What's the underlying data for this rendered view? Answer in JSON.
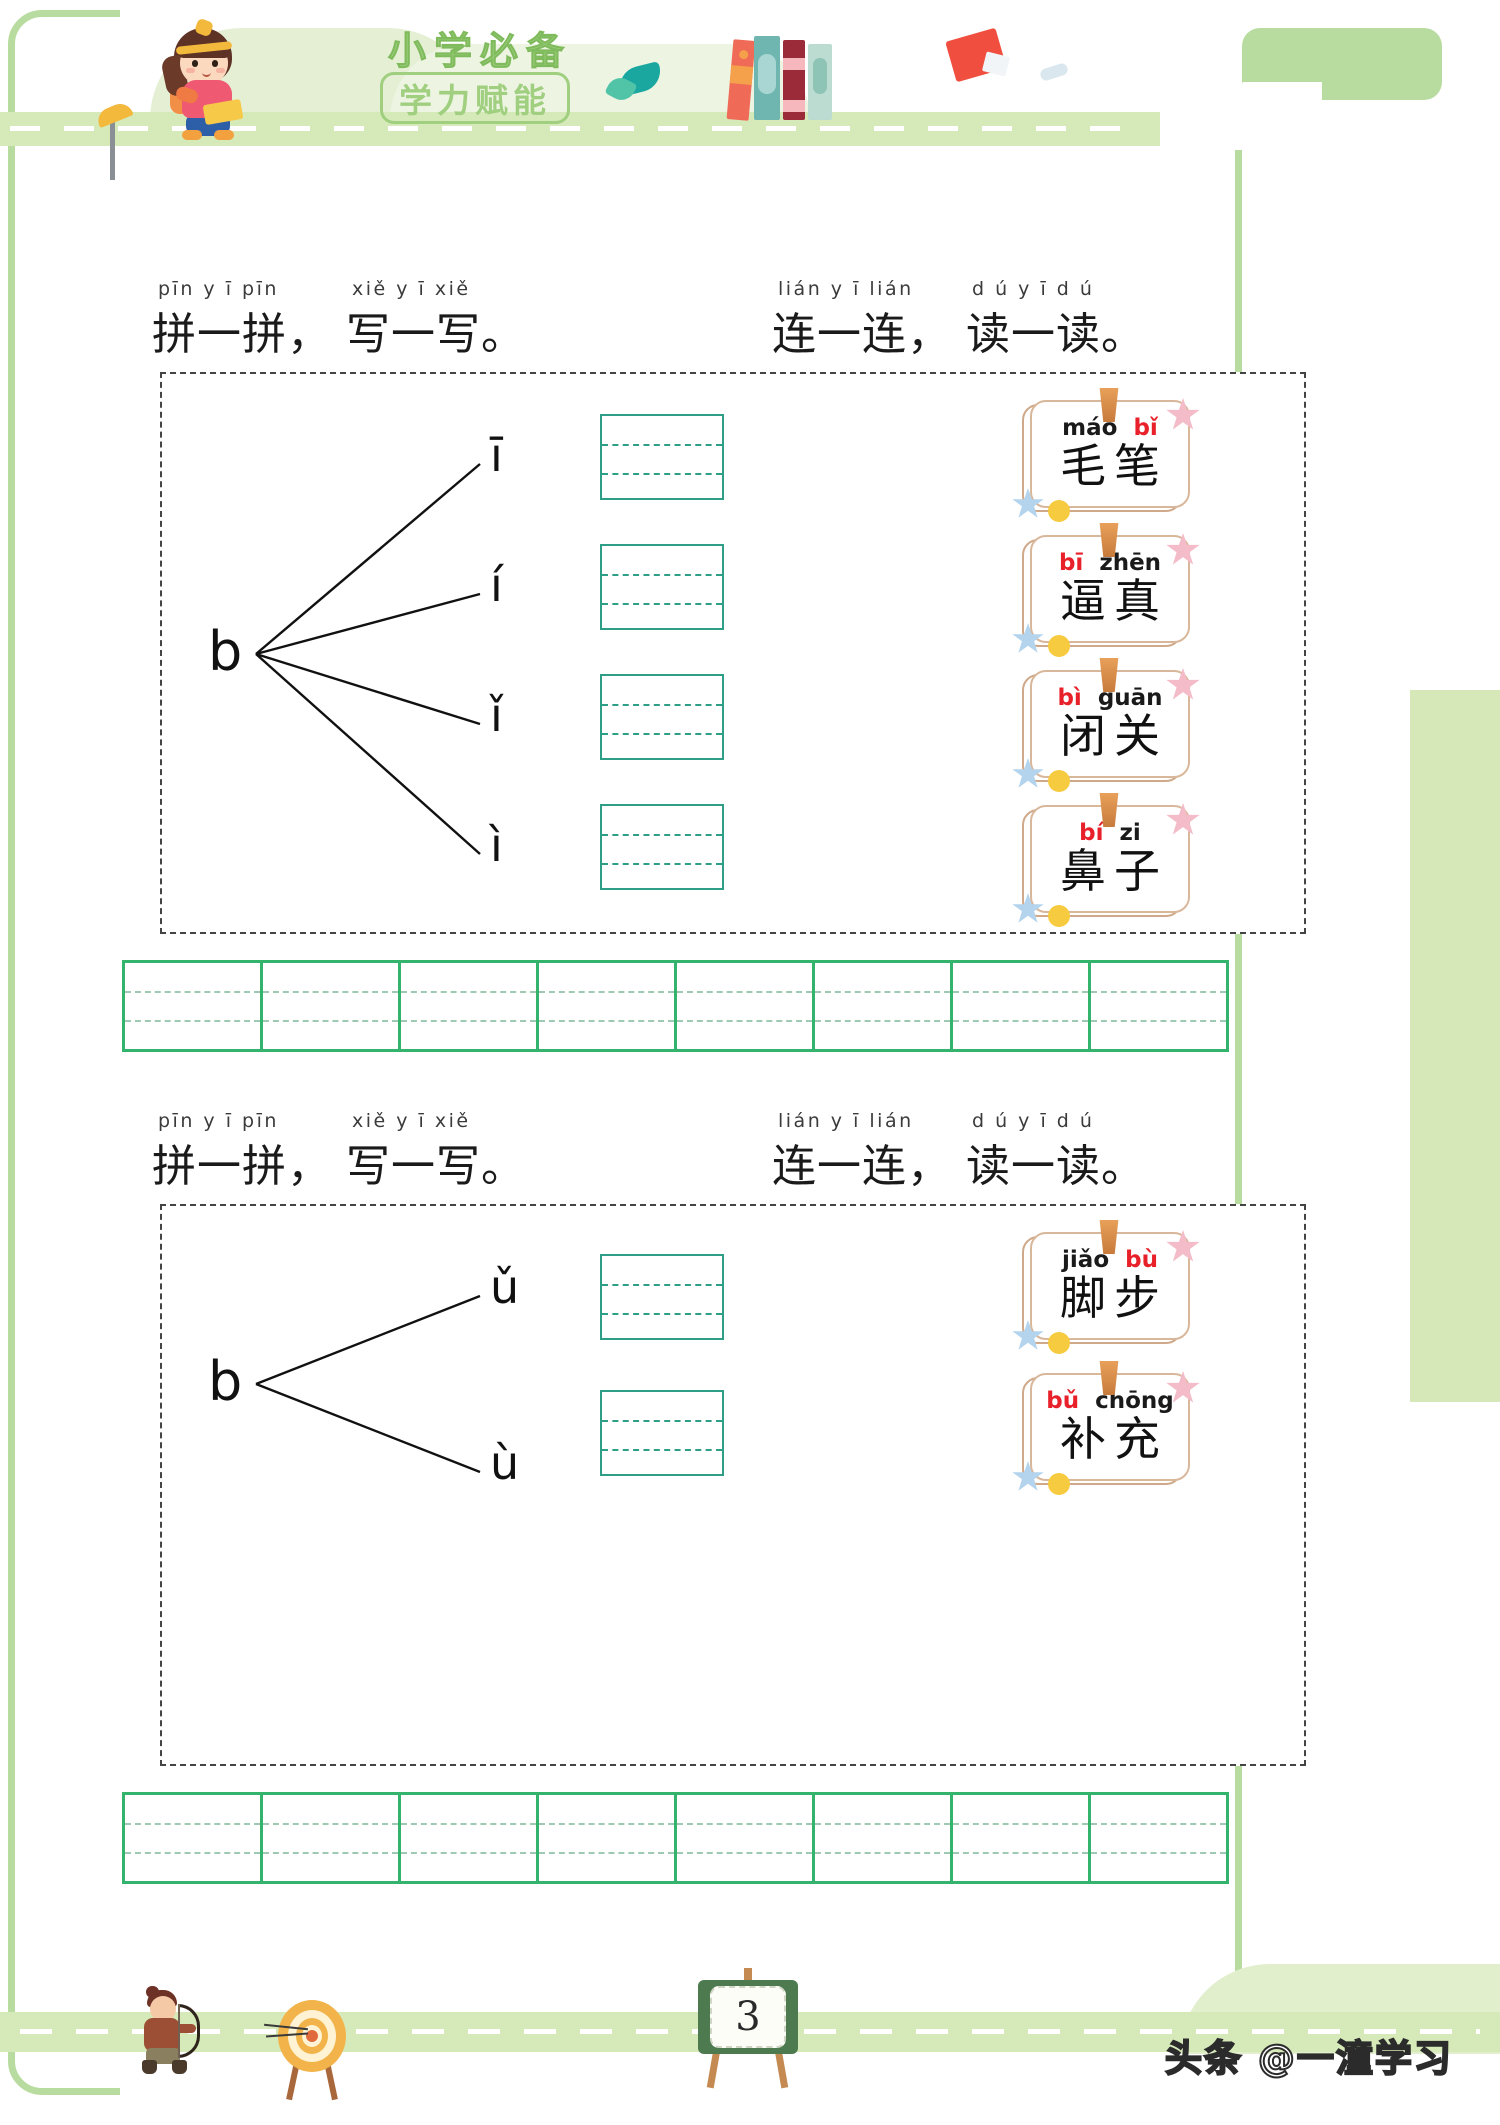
{
  "header": {
    "title_top": "小学必备",
    "title_badge": "学力赋能"
  },
  "sections": [
    {
      "heading_left": {
        "pinyin": "pīn y ī pīn",
        "hanzi": "拼一拼，"
      },
      "heading_left_2": {
        "pinyin": "xiě y ī xiě",
        "hanzi": "写一写。"
      },
      "heading_right": {
        "pinyin": "lián y ī lián",
        "hanzi": "连一连，"
      },
      "heading_right_2": {
        "pinyin": "d ú y ī d ú",
        "hanzi": "读一读。"
      },
      "tree": {
        "root": "b",
        "leaves": [
          "ī",
          "í",
          "ǐ",
          "ì"
        ]
      },
      "cards": [
        {
          "pinyin": [
            {
              "text": "máo",
              "highlight": false
            },
            {
              "text": "bǐ",
              "highlight": true
            }
          ],
          "hanzi": [
            "毛",
            "笔"
          ]
        },
        {
          "pinyin": [
            {
              "text": "bī",
              "highlight": true
            },
            {
              "text": "zhēn",
              "highlight": false
            }
          ],
          "hanzi": [
            "逼",
            "真"
          ]
        },
        {
          "pinyin": [
            {
              "text": "bì",
              "highlight": true
            },
            {
              "text": "guān",
              "highlight": false
            }
          ],
          "hanzi": [
            "闭",
            "关"
          ]
        },
        {
          "pinyin": [
            {
              "text": "bí",
              "highlight": true
            },
            {
              "text": "zi",
              "highlight": false
            }
          ],
          "hanzi": [
            "鼻",
            "子"
          ]
        }
      ],
      "write_boxes": 4,
      "grid_cells": 8
    },
    {
      "heading_left": {
        "pinyin": "pīn y ī pīn",
        "hanzi": "拼一拼，"
      },
      "heading_left_2": {
        "pinyin": "xiě y ī xiě",
        "hanzi": "写一写。"
      },
      "heading_right": {
        "pinyin": "lián y ī lián",
        "hanzi": "连一连，"
      },
      "heading_right_2": {
        "pinyin": "d ú y ī d ú",
        "hanzi": "读一读。"
      },
      "tree": {
        "root": "b",
        "leaves": [
          "ǔ",
          "ù"
        ]
      },
      "cards": [
        {
          "pinyin": [
            {
              "text": "jiǎo",
              "highlight": false
            },
            {
              "text": "bù",
              "highlight": true
            }
          ],
          "hanzi": [
            "脚",
            "步"
          ]
        },
        {
          "pinyin": [
            {
              "text": "bǔ",
              "highlight": true
            },
            {
              "text": "chōng",
              "highlight": false
            }
          ],
          "hanzi": [
            "补",
            "充"
          ]
        }
      ],
      "write_boxes": 2,
      "grid_cells": 8
    }
  ],
  "footer": {
    "page_number": "3",
    "watermark": "头条 @一潼学习"
  },
  "colors": {
    "frame_green": "#b8dba0",
    "road_green": "#d6e9b8",
    "title_green": "#9fcf7f",
    "grid_green": "#33b36b",
    "writebox_teal": "#2e9e86",
    "highlight_red": "#e8202a",
    "card_border": "#cfa98a"
  }
}
